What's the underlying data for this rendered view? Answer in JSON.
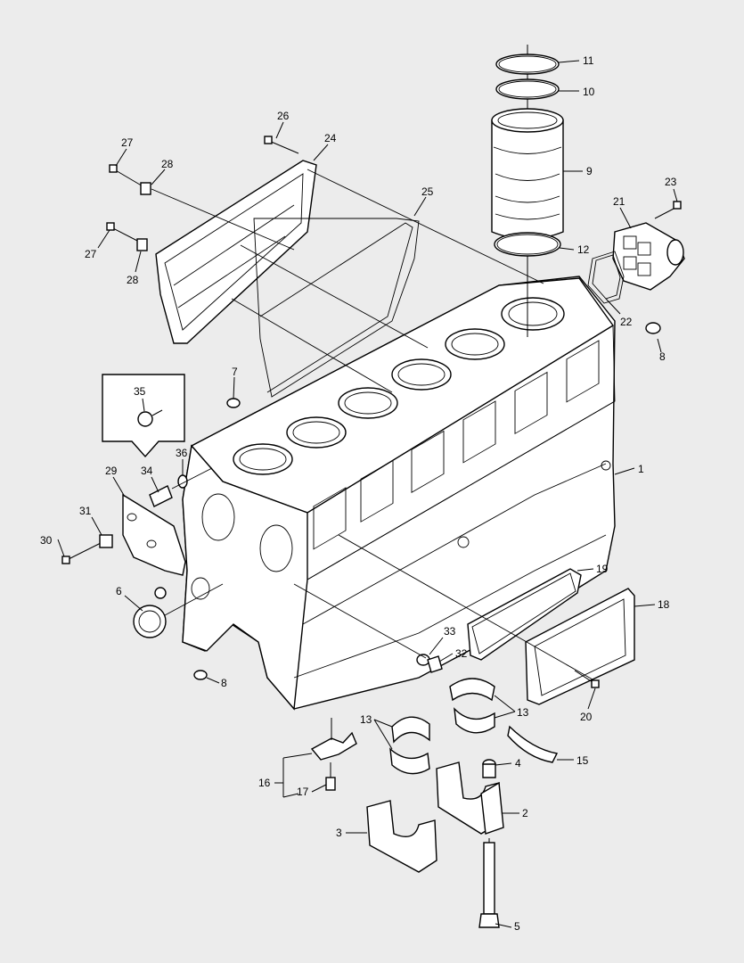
{
  "diagram": {
    "callouts": [
      {
        "id": "c1",
        "label": "1"
      },
      {
        "id": "c2",
        "label": "2"
      },
      {
        "id": "c3",
        "label": "3"
      },
      {
        "id": "c4",
        "label": "4"
      },
      {
        "id": "c5",
        "label": "5"
      },
      {
        "id": "c6",
        "label": "6"
      },
      {
        "id": "c7",
        "label": "7"
      },
      {
        "id": "c8a",
        "label": "8"
      },
      {
        "id": "c8b",
        "label": "8"
      },
      {
        "id": "c9",
        "label": "9"
      },
      {
        "id": "c10",
        "label": "10"
      },
      {
        "id": "c11",
        "label": "11"
      },
      {
        "id": "c12",
        "label": "12"
      },
      {
        "id": "c13a",
        "label": "13"
      },
      {
        "id": "c13b",
        "label": "13"
      },
      {
        "id": "c15",
        "label": "15"
      },
      {
        "id": "c16",
        "label": "16"
      },
      {
        "id": "c17",
        "label": "17"
      },
      {
        "id": "c18",
        "label": "18"
      },
      {
        "id": "c19",
        "label": "19"
      },
      {
        "id": "c20",
        "label": "20"
      },
      {
        "id": "c21",
        "label": "21"
      },
      {
        "id": "c22",
        "label": "22"
      },
      {
        "id": "c23",
        "label": "23"
      },
      {
        "id": "c24",
        "label": "24"
      },
      {
        "id": "c25",
        "label": "25"
      },
      {
        "id": "c26",
        "label": "26"
      },
      {
        "id": "c27a",
        "label": "27"
      },
      {
        "id": "c27b",
        "label": "27"
      },
      {
        "id": "c28a",
        "label": "28"
      },
      {
        "id": "c28b",
        "label": "28"
      },
      {
        "id": "c29",
        "label": "29"
      },
      {
        "id": "c30",
        "label": "30"
      },
      {
        "id": "c31",
        "label": "31"
      },
      {
        "id": "c32",
        "label": "32"
      },
      {
        "id": "c33",
        "label": "33"
      },
      {
        "id": "c34",
        "label": "34"
      },
      {
        "id": "c35",
        "label": "35"
      },
      {
        "id": "c36",
        "label": "36"
      }
    ]
  }
}
